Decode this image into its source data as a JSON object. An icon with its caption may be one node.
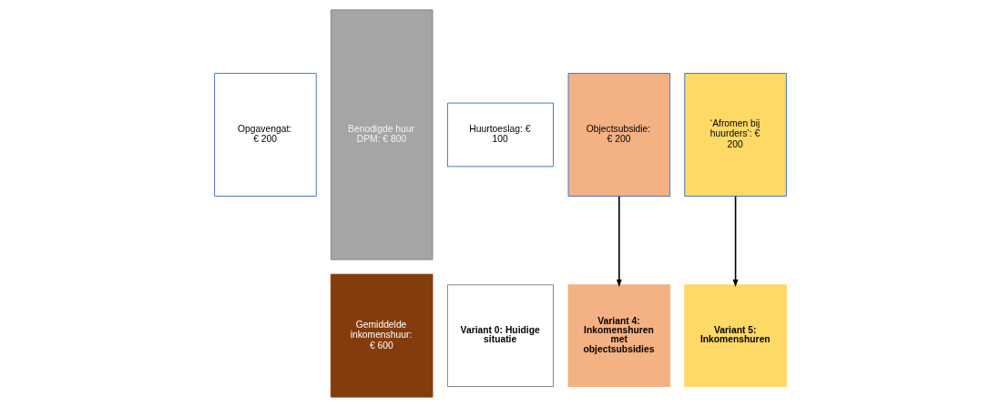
{
  "diagram": {
    "nodes": [
      {
        "text": [
          "Opgavengat: € 200"
        ]
      },
      {
        "text": [
          "Gemiddelde inkomenshuur: € 600"
        ]
      },
      {
        "text": [
          "Benodigde huur DPM: € 800"
        ]
      },
      {
        "text": [
          "Huurtoeslag: € 100"
        ]
      },
      {
        "text": [
          "Variant 0: Huidige situatie"
        ]
      },
      {
        "text": [
          "Objectsubsidie: € 200"
        ]
      },
      {
        "text": [
          "Variant 4: Inkomenshuren met objectsubsidies"
        ]
      },
      {
        "text": [
          "‘Afromen bij huurders’: € 200"
        ]
      },
      {
        "text": [
          "Variant 5: Inkomenshuren"
        ]
      }
    ],
    "edges": [
      {
        "from": 5,
        "to": 6,
        "arrow": "to"
      },
      {
        "from": 7,
        "to": 8,
        "arrow": "to"
      }
    ]
  }
}
